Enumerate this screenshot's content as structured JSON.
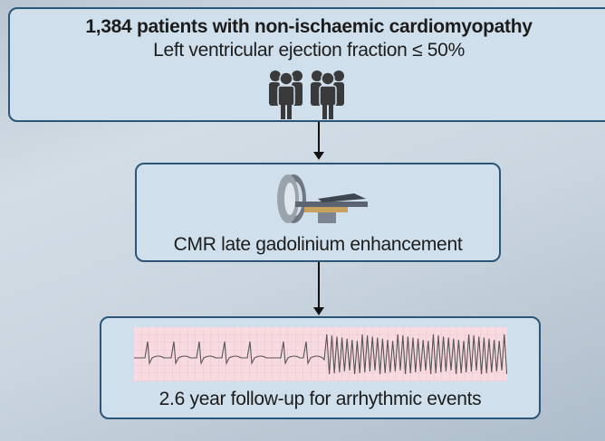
{
  "boxes": {
    "population": {
      "title": "1,384 patients with non-ischaemic cardiomyopathy",
      "subtitle": "Left ventricular ejection fraction ≤ 50%",
      "icon": "people-group-icon"
    },
    "imaging": {
      "label": "CMR late gadolinium enhancement",
      "icon": "mri-scanner-icon"
    },
    "followup": {
      "label": "2.6 year follow-up for arrhythmic events",
      "icon": "ecg-strip-icon"
    }
  },
  "colors": {
    "box_fill": "#cfe0ec",
    "box_border": "#2b5677",
    "icon": "#3a3a3a",
    "ecg_grid": "#f6d6dc"
  }
}
